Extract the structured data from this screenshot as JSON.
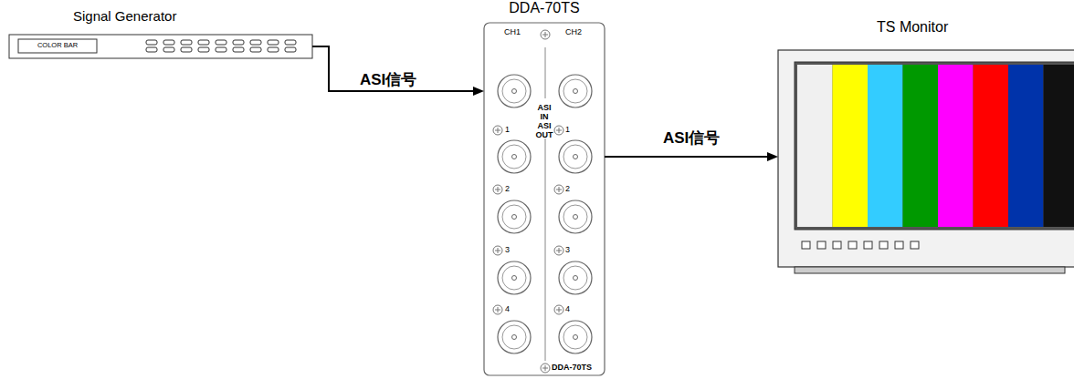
{
  "diagram": {
    "nodes": [
      {
        "text": [
          "Signal Generator"
        ]
      },
      {
        "text": [
          "COLOR BAR"
        ],
        "in": 0
      },
      {
        "text": [
          "DDA-70TS",
          "CH1",
          "CH2",
          "ASI IN",
          "ASI OUT",
          "1",
          "1",
          "2",
          "2",
          "3",
          "3",
          "4",
          "4",
          "DDA-70TS"
        ]
      },
      {
        "text": [
          "TS Monitor"
        ]
      }
    ],
    "edges": [
      {
        "from": 0,
        "to": 2,
        "label": "ASI信号",
        "arrow": "to"
      },
      {
        "from": 2,
        "to": 3,
        "label": "ASI信号",
        "arrow": "to"
      }
    ]
  }
}
